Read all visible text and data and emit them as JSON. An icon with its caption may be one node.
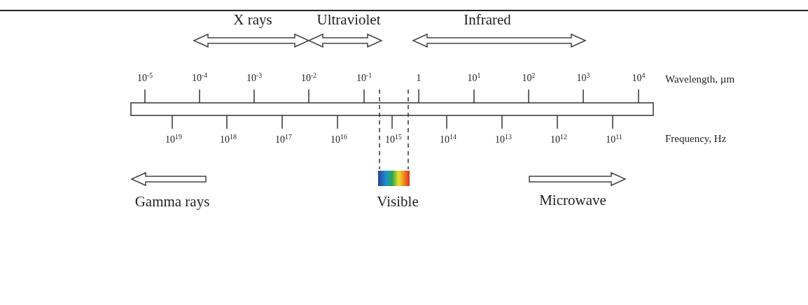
{
  "diagram": {
    "labels": [
      "X rays",
      "Ultraviolet",
      "Infrared",
      "10$^{-5}$",
      "10$^{-4}$",
      "10$^{-3}$",
      "10$^{-2}$",
      "10$^{-1}$",
      "1",
      "10$^{1}$",
      "10$^{2}$",
      "10$^{3}$",
      "10$^{4}$",
      "Wavelength, µm",
      "10$^{19}$",
      "10$^{18}$",
      "10$^{17}$",
      "10$^{16}$",
      "10$^{15}$",
      "10$^{14}$",
      "10$^{13}$",
      "10$^{12}$",
      "10$^{11}$",
      "Frequency, Hz",
      "Gamma rays",
      "Visible",
      "Microwave"
    ]
  }
}
